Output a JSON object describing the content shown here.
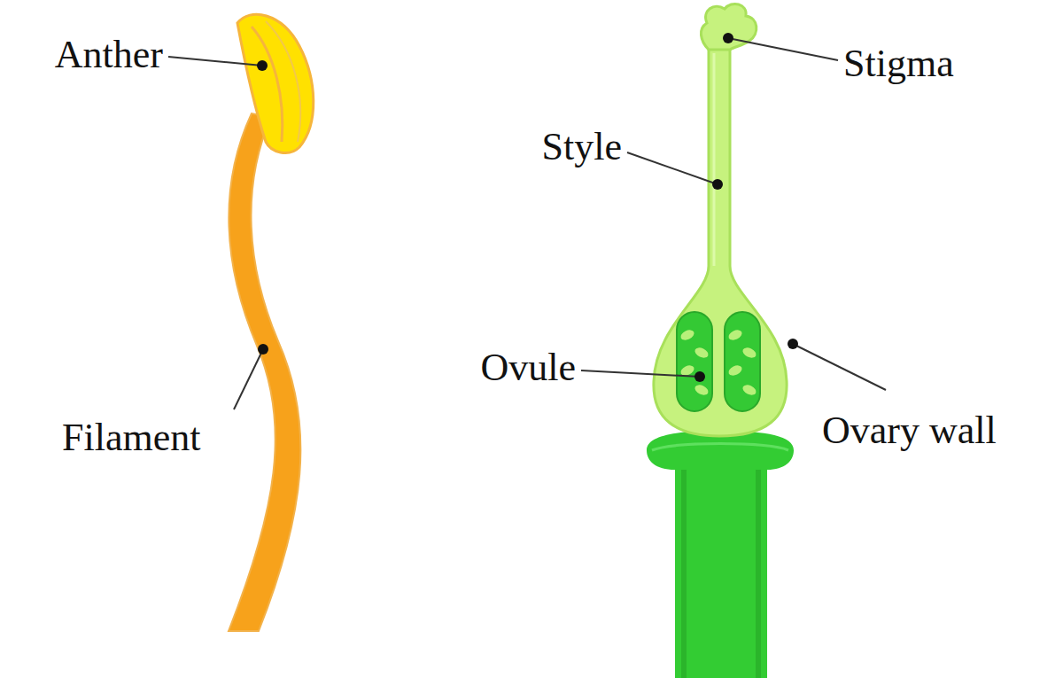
{
  "diagram": {
    "labels": [
      "Anther",
      "Stigma",
      "Style",
      "Ovule",
      "Ovary wall",
      "Filament"
    ]
  }
}
